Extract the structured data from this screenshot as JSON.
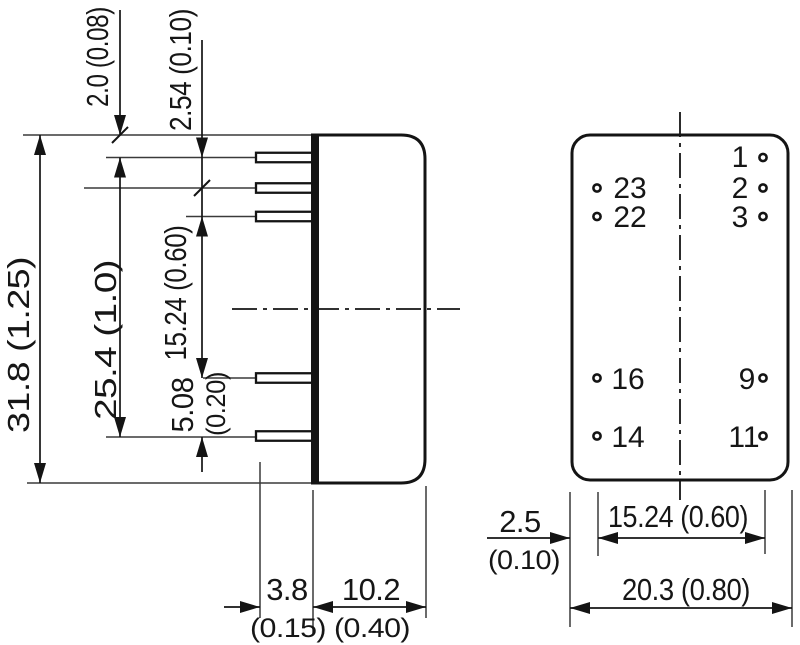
{
  "colors": {
    "line": "#141414",
    "background": "#ffffff"
  },
  "side_view": {
    "dim_top_to_first_pin": "2.0 (0.08)",
    "dim_pin_pitch": "2.54 (0.10)",
    "dim_case_height": "31.8 (1.25)",
    "dim_first_to_last_pin": "25.4 (1.0)",
    "dim_pin_group_gap": "15.24 (0.60)",
    "dim_lower_pin_pitch_mm": "5.08",
    "dim_lower_pin_pitch_in": "(0.20)",
    "dim_pin_length_mm": "3.8",
    "dim_pin_length_in": "(0.15)",
    "dim_case_depth_mm": "10.2",
    "dim_case_depth_in": "(0.40)"
  },
  "bottom_view": {
    "dim_edge_to_pins_mm": "2.5",
    "dim_edge_to_pins_in": "(0.10)",
    "dim_pin_row_span": "15.24 (0.60)",
    "dim_case_width": "20.3 (0.80)",
    "pin_labels": {
      "p1": "1",
      "p2": "2",
      "p3": "3",
      "p23": "23",
      "p22": "22",
      "p16": "16",
      "p14": "14",
      "p9": "9",
      "p11": "11"
    }
  }
}
